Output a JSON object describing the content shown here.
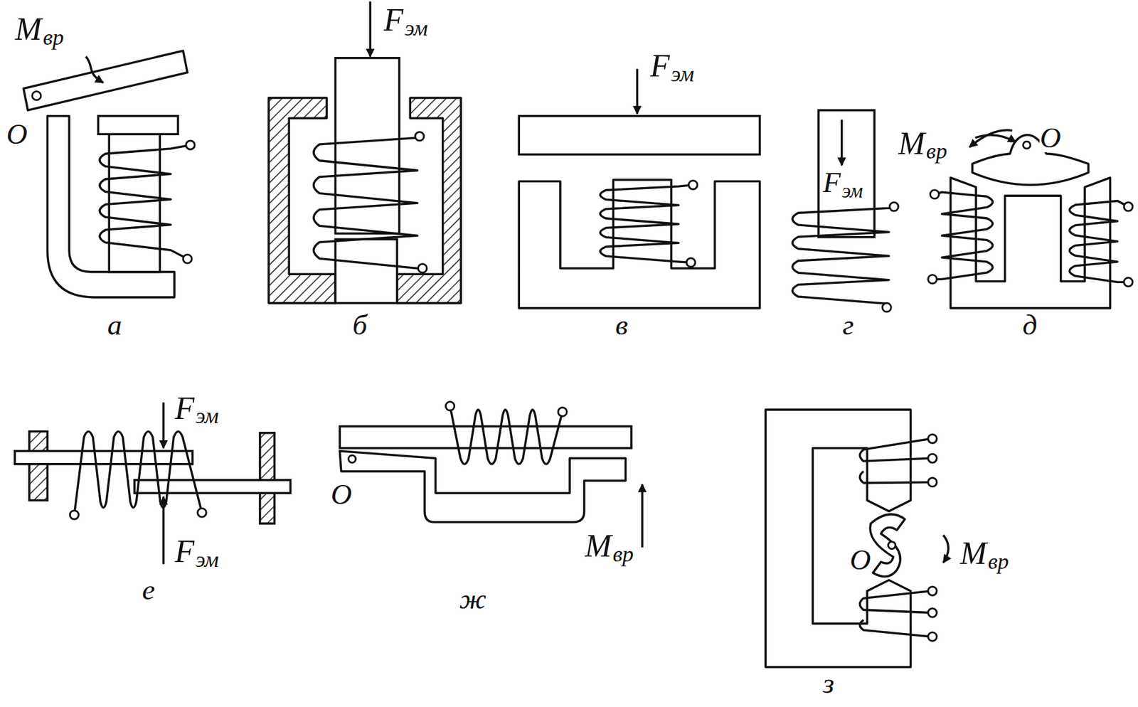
{
  "diagram": {
    "labels": [
      "M",
      "вр",
      "O",
      "а",
      "F",
      "эм",
      "б",
      "F",
      "эм",
      "в",
      "F",
      "эм",
      "г",
      "M",
      "вр",
      "O",
      "д",
      "F",
      "эм",
      "F",
      "эм",
      "е",
      "O",
      "M",
      "вр",
      "ж",
      "O",
      "M",
      "вр",
      "з"
    ]
  }
}
